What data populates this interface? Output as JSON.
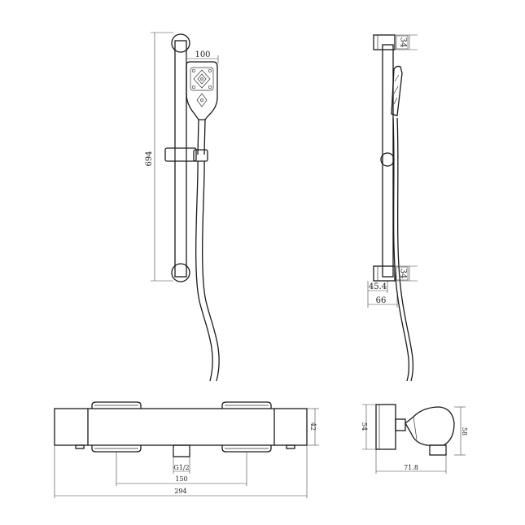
{
  "dimensions": {
    "rail_height": "694",
    "head_width": "100",
    "top_bracket_height": "34",
    "bottom_bracket_height": "34",
    "bracket_width": "45.4",
    "wall_offset": "66",
    "mixer_height": "42",
    "thread": "G1/2",
    "inlet_spacing": "150",
    "mixer_length": "294",
    "side_height_a": "54",
    "side_height_b": "58",
    "side_depth": "71.8"
  }
}
